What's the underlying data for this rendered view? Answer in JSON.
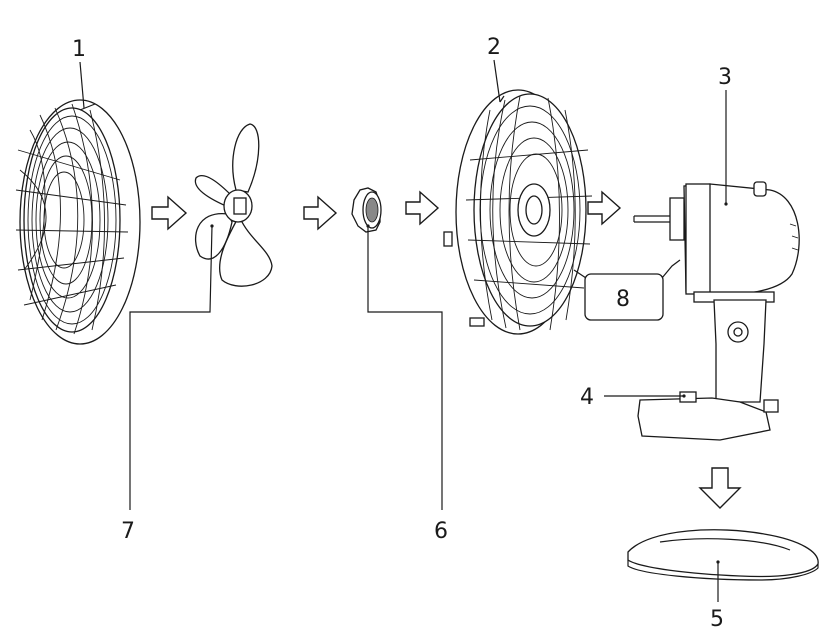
{
  "labels": {
    "front_grill": "1",
    "rear_grill": "2",
    "motor_housing": "3",
    "stand_knob": "4",
    "base": "5",
    "spinner": "6",
    "blade": "7",
    "grill_nut": "8"
  }
}
